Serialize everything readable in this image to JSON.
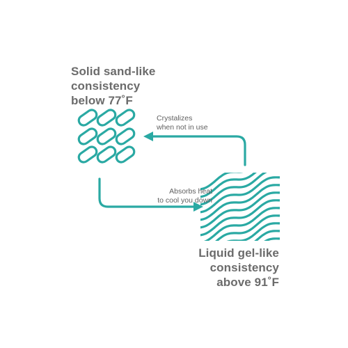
{
  "colors": {
    "teal": "#2aa9a3",
    "text": "#6b6b6b"
  },
  "states": {
    "solid": {
      "lines": [
        "Solid sand-like",
        "consistency",
        "below 77˚F"
      ]
    },
    "liquid": {
      "lines": [
        "Liquid gel-like",
        "consistency",
        "above 91˚F"
      ]
    }
  },
  "transitions": {
    "crystalizes": {
      "lines": [
        "Crystalizes",
        "when not in use"
      ]
    },
    "absorbs": {
      "lines": [
        "Absorbs heat",
        "to cool you down"
      ]
    }
  },
  "icons": {
    "solid_pattern": "capsule-grid-icon",
    "liquid_pattern": "wavy-lines-icon",
    "arrow_left": "arrow-left-icon",
    "arrow_right": "arrow-right-icon"
  }
}
